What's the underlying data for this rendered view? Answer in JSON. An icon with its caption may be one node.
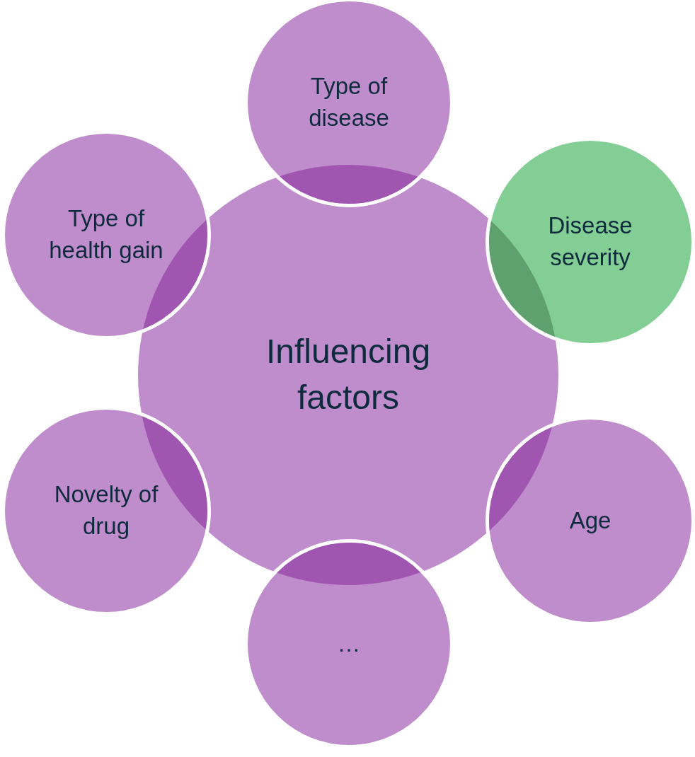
{
  "diagram": {
    "nodes": [
      {
        "text": [
          "Influencing factors"
        ]
      },
      {
        "text": [
          "Type of disease"
        ]
      },
      {
        "text": [
          "Disease severity"
        ]
      },
      {
        "text": [
          "Age"
        ]
      },
      {
        "text": [
          "…"
        ]
      },
      {
        "text": [
          "Novelty of drug"
        ]
      },
      {
        "text": [
          "Type of health gain"
        ]
      }
    ]
  }
}
